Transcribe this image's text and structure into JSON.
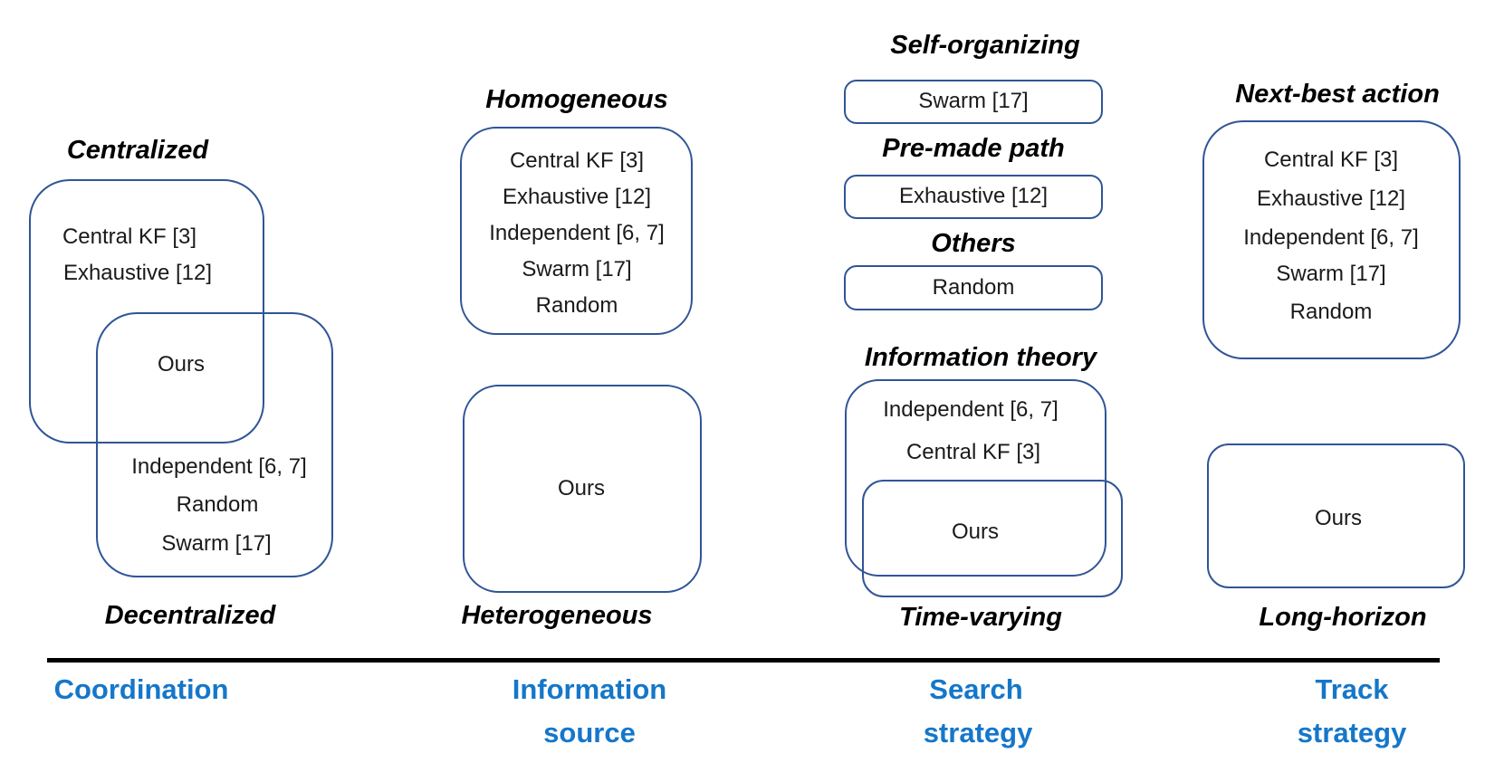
{
  "colors": {
    "accent_blue": "#1577C9",
    "box_border": "#2F5597",
    "text": "#1A1A1A",
    "divider": "#000000"
  },
  "columns": {
    "coordination": {
      "top_category": "Centralized",
      "bottom_category": "Decentralized",
      "centralized_items": [
        "Central KF [3]",
        "Exhaustive [12]"
      ],
      "ours_label": "Ours",
      "decentralized_items": [
        "Independent [6, 7]",
        "Random",
        "Swarm [17]"
      ],
      "axis_label_lines": [
        "Coordination"
      ]
    },
    "information_source": {
      "top_category": "Homogeneous",
      "bottom_category": "Heterogeneous",
      "homogeneous_items": [
        "Central KF [3]",
        "Exhaustive [12]",
        "Independent [6, 7]",
        "Swarm [17]",
        "Random"
      ],
      "ours_label": "Ours",
      "axis_label_lines": [
        "Information",
        "source"
      ]
    },
    "search_strategy": {
      "categories": [
        {
          "label": "Self-organizing",
          "box_item": "Swarm [17]"
        },
        {
          "label": "Pre-made path",
          "box_item": "Exhaustive [12]"
        },
        {
          "label": "Others",
          "box_item": "Random"
        }
      ],
      "information_theory_category": "Information theory",
      "information_theory_items": [
        "Independent [6, 7]",
        "Central KF [3]"
      ],
      "ours_label": "Ours",
      "bottom_category": "Time-varying",
      "axis_label_lines": [
        "Search",
        "strategy"
      ]
    },
    "track_strategy": {
      "top_category": "Next-best action",
      "next_best_items": [
        "Central KF [3]",
        "Exhaustive [12]",
        "Independent [6, 7]",
        "Swarm [17]",
        "Random"
      ],
      "ours_label": "Ours",
      "bottom_category": "Long-horizon",
      "axis_label_lines": [
        "Track",
        "strategy"
      ]
    }
  }
}
